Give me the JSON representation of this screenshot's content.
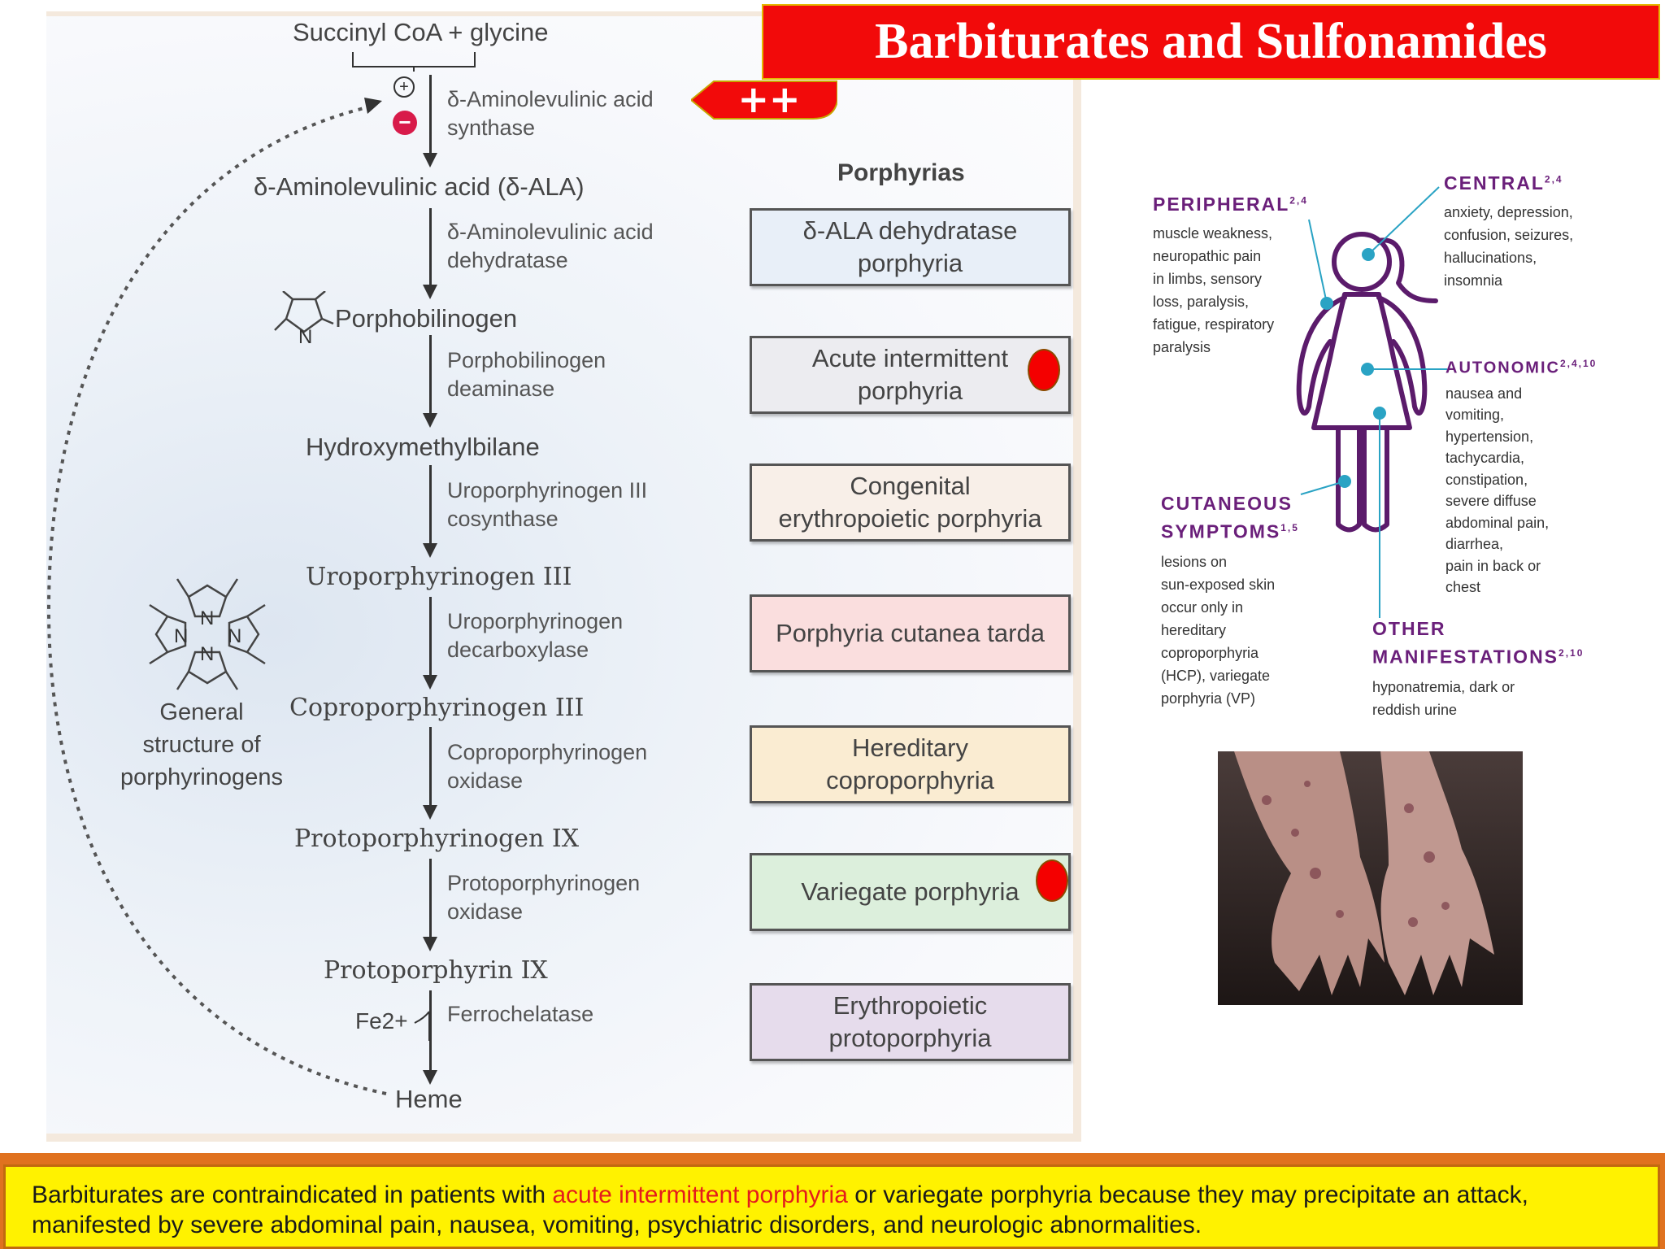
{
  "title": "Barbiturates and Sulfonamides",
  "plus_tag": "++",
  "pathway": {
    "start": "Succinyl CoA + glycine",
    "plus_sign": "+",
    "minus_sign": "−",
    "steps": [
      {
        "enzyme": [
          "δ-Aminolevulinic acid",
          "synthase"
        ],
        "product": "δ-Aminolevulinic acid (δ-ALA)"
      },
      {
        "enzyme": [
          "δ-Aminolevulinic acid",
          "dehydratase"
        ],
        "product": "Porphobilinogen"
      },
      {
        "enzyme": [
          "Porphobilinogen",
          "deaminase"
        ],
        "product": "Hydroxymethylbilane"
      },
      {
        "enzyme": [
          "Uroporphyrinogen III",
          "cosynthase"
        ],
        "product": "Uroporphyrinogen III"
      },
      {
        "enzyme": [
          "Uroporphyrinogen",
          "decarboxylase"
        ],
        "product": "Coproporphyrinogen III"
      },
      {
        "enzyme": [
          "Coproporphyrinogen",
          "oxidase"
        ],
        "product": "Protoporphyrinogen IX"
      },
      {
        "enzyme": [
          "Protoporphyrinogen",
          "oxidase"
        ],
        "product": "Protoporphyrin IX"
      },
      {
        "enzyme": [
          "Ferrochelatase"
        ],
        "product": "Heme"
      }
    ],
    "fe": "Fe2+",
    "pyrrole_n": "N",
    "structure_caption": [
      "General",
      "structure of",
      "porphyrinogens"
    ]
  },
  "porphyrias": {
    "heading": "Porphyrias",
    "items": [
      {
        "name": "δ-ALA dehydratase porphyria",
        "color": "#e8eff8",
        "marked": false
      },
      {
        "name": "Acute intermittent porphyria",
        "color": "#ececf0",
        "marked": true
      },
      {
        "name": "Congenital erythropoietic porphyria",
        "color": "#f8efe8",
        "marked": false
      },
      {
        "name": "Porphyria cutanea tarda",
        "color": "#fadede",
        "marked": false
      },
      {
        "name": "Hereditary coproporphyria",
        "color": "#faecd2",
        "marked": false
      },
      {
        "name": "Variegate porphyria",
        "color": "#dcefdc",
        "marked": true
      },
      {
        "name": "Erythropoietic protoporphyria",
        "color": "#e6dcec",
        "marked": false
      }
    ]
  },
  "symptoms": {
    "peripheral": {
      "heading": "PERIPHERAL",
      "refs": "2,4",
      "lines": [
        "muscle weakness,",
        "neuropathic pain",
        "in limbs, sensory",
        "loss, paralysis,",
        "fatigue, respiratory",
        "paralysis"
      ]
    },
    "central": {
      "heading": "CENTRAL",
      "refs": "2,4",
      "lines": [
        "anxiety, depression,",
        "confusion, seizures,",
        "hallucinations,",
        "insomnia"
      ]
    },
    "autonomic": {
      "heading": "AUTONOMIC",
      "refs": "2,4,10",
      "lines": [
        "nausea and",
        "vomiting,",
        "hypertension,",
        "tachycardia,",
        "constipation,",
        "severe diffuse",
        "abdominal pain,",
        "diarrhea,",
        "pain in back or",
        "chest"
      ]
    },
    "cutaneous": {
      "heading": [
        "CUTANEOUS",
        "SYMPTOMS"
      ],
      "refs": "1,5",
      "lines": [
        "lesions on",
        "sun-exposed skin",
        "occur only in",
        "hereditary",
        "coproporphyria",
        "(HCP), variegate",
        "porphyria (VP)"
      ]
    },
    "other": {
      "heading": [
        "OTHER",
        "MANIFESTATIONS"
      ],
      "refs": "2,10",
      "lines": [
        "hyponatremia, dark or",
        "reddish urine"
      ]
    }
  },
  "caption": {
    "before": "Barbiturates are contraindicated in patients with ",
    "highlight": "acute intermittent porphyria",
    "after": " or variegate porphyria because they may precipitate an attack, manifested by severe abdominal pain, nausea, vomiting, psychiatric disorders, and neurologic abnormalities."
  }
}
